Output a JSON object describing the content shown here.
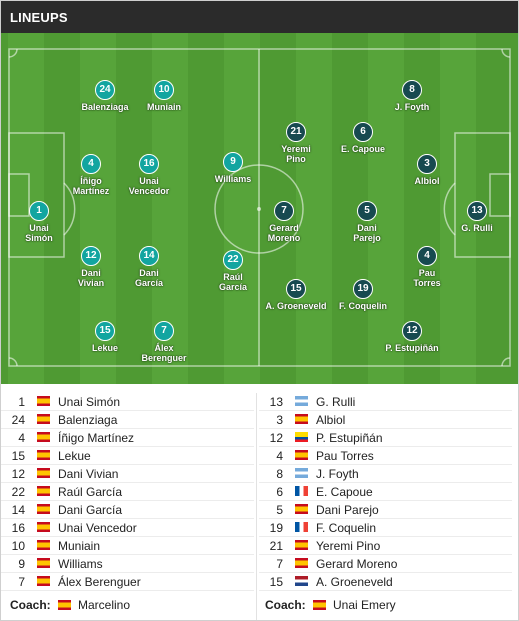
{
  "header": {
    "title": "LINEUPS"
  },
  "colors": {
    "home": "#12a5a0",
    "away": "#174a50",
    "pitch": "#4f9a33",
    "header_bg": "#2b2b2b"
  },
  "pitch": {
    "home": [
      {
        "number": "1",
        "name": [
          "Unai",
          "Simón"
        ]
      },
      {
        "number": "4",
        "name": [
          "Íñigo",
          "Martínez"
        ]
      },
      {
        "number": "12",
        "name": [
          "Dani",
          "Vivian"
        ]
      },
      {
        "number": "24",
        "name": [
          "Balenziaga"
        ]
      },
      {
        "number": "15",
        "name": [
          "Lekue"
        ]
      },
      {
        "number": "16",
        "name": [
          "Unai",
          "Vencedor"
        ]
      },
      {
        "number": "14",
        "name": [
          "Dani",
          "García"
        ]
      },
      {
        "number": "10",
        "name": [
          "Muniain"
        ]
      },
      {
        "number": "7",
        "name": [
          "Álex",
          "Berenguer"
        ]
      },
      {
        "number": "9",
        "name": [
          "Williams"
        ]
      },
      {
        "number": "22",
        "name": [
          "Raúl",
          "García"
        ]
      }
    ],
    "away": [
      {
        "number": "13",
        "name": [
          "G. Rulli"
        ]
      },
      {
        "number": "3",
        "name": [
          "Albiol"
        ]
      },
      {
        "number": "4",
        "name": [
          "Pau",
          "Torres"
        ]
      },
      {
        "number": "8",
        "name": [
          "J. Foyth"
        ]
      },
      {
        "number": "12",
        "name": [
          "P. Estupiñán"
        ]
      },
      {
        "number": "6",
        "name": [
          "E. Capoue"
        ]
      },
      {
        "number": "5",
        "name": [
          "Dani",
          "Parejo"
        ]
      },
      {
        "number": "19",
        "name": [
          "F. Coquelin"
        ]
      },
      {
        "number": "21",
        "name": [
          "Yeremi",
          "Pino"
        ]
      },
      {
        "number": "7",
        "name": [
          "Gerard",
          "Moreno"
        ]
      },
      {
        "number": "15",
        "name": [
          "A. Groeneveld"
        ]
      }
    ]
  },
  "roster": {
    "home": [
      {
        "number": "1",
        "flag": "es",
        "name": "Unai Simón"
      },
      {
        "number": "24",
        "flag": "es",
        "name": "Balenziaga"
      },
      {
        "number": "4",
        "flag": "es",
        "name": "Íñigo Martínez"
      },
      {
        "number": "15",
        "flag": "es",
        "name": "Lekue"
      },
      {
        "number": "12",
        "flag": "es",
        "name": "Dani Vivian"
      },
      {
        "number": "22",
        "flag": "es",
        "name": "Raúl García"
      },
      {
        "number": "14",
        "flag": "es",
        "name": "Dani García"
      },
      {
        "number": "16",
        "flag": "es",
        "name": "Unai Vencedor"
      },
      {
        "number": "10",
        "flag": "es",
        "name": "Muniain"
      },
      {
        "number": "9",
        "flag": "es",
        "name": "Williams"
      },
      {
        "number": "7",
        "flag": "es",
        "name": "Álex Berenguer"
      }
    ],
    "away": [
      {
        "number": "13",
        "flag": "ar",
        "name": "G. Rulli"
      },
      {
        "number": "3",
        "flag": "es",
        "name": "Albiol"
      },
      {
        "number": "12",
        "flag": "ec",
        "name": "P. Estupiñán"
      },
      {
        "number": "4",
        "flag": "es",
        "name": "Pau Torres"
      },
      {
        "number": "8",
        "flag": "ar",
        "name": "J. Foyth"
      },
      {
        "number": "6",
        "flag": "fr",
        "name": "E. Capoue"
      },
      {
        "number": "5",
        "flag": "es",
        "name": "Dani Parejo"
      },
      {
        "number": "19",
        "flag": "fr",
        "name": "F. Coquelin"
      },
      {
        "number": "21",
        "flag": "es",
        "name": "Yeremi Pino"
      },
      {
        "number": "7",
        "flag": "es",
        "name": "Gerard Moreno"
      },
      {
        "number": "15",
        "flag": "nl",
        "name": "A. Groeneveld"
      }
    ]
  },
  "coach": {
    "label": "Coach:",
    "home": {
      "flag": "es",
      "name": "Marcelino"
    },
    "away": {
      "flag": "es",
      "name": "Unai Emery"
    }
  }
}
